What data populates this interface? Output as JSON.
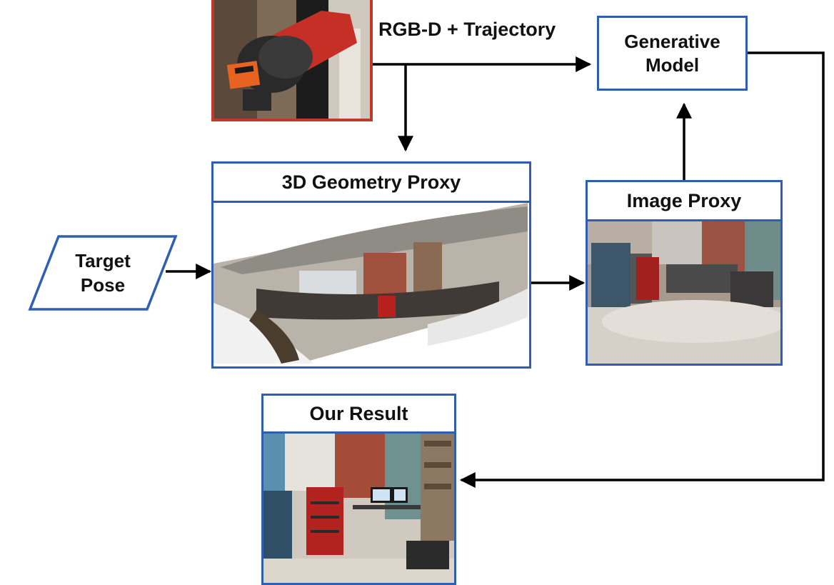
{
  "edges": {
    "rgbd_label": "RGB-D + Trajectory"
  },
  "nodes": {
    "generative_model": "Generative\nModel",
    "geometry_proxy": "3D Geometry Proxy",
    "image_proxy": "Image Proxy",
    "target_pose": "Target\nPose",
    "our_result": "Our Result"
  },
  "colors": {
    "node_border": "#2f5fb3",
    "robot_border": "#c0392b",
    "arrow": "#000000"
  }
}
